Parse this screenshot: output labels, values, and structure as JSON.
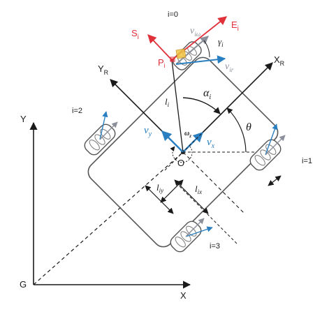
{
  "labels": {
    "global_y": "Y",
    "global_x": "X",
    "global_origin": "G",
    "robot_x": "X",
    "robot_x_sub": "R",
    "robot_y": "Y",
    "robot_y_sub": "R",
    "center": "O",
    "wheel_0": "i=0",
    "wheel_1": "i=1",
    "wheel_2": "i=2",
    "wheel_3": "i=3",
    "point_p": "P",
    "point_p_sub": "i",
    "s_axis": "S",
    "s_axis_sub": "i",
    "e_axis": "E",
    "e_axis_sub": "i",
    "v_iw": "v",
    "v_iw_sub": "iω",
    "v_ir": "v",
    "v_ir_sub": "ir",
    "gamma": "γ",
    "gamma_sub": "i",
    "alpha": "α",
    "alpha_sub": "i",
    "theta": "θ",
    "l_i": "l",
    "l_i_sub": "i",
    "v_x": "v",
    "v_x_sub": "x",
    "v_y": "v",
    "v_y_sub": "y",
    "omega": "ω",
    "omega_sub": "z",
    "l_iy": "l",
    "l_iy_sub": "iy",
    "l_ix": "l",
    "l_ix_sub": "ix"
  },
  "colors": {
    "line": "#1a1a1a",
    "body": "#555555",
    "blue": "#2a7fc0",
    "red": "#e0303a",
    "gray_arrow": "#8a8f99",
    "roller": "#777777"
  }
}
